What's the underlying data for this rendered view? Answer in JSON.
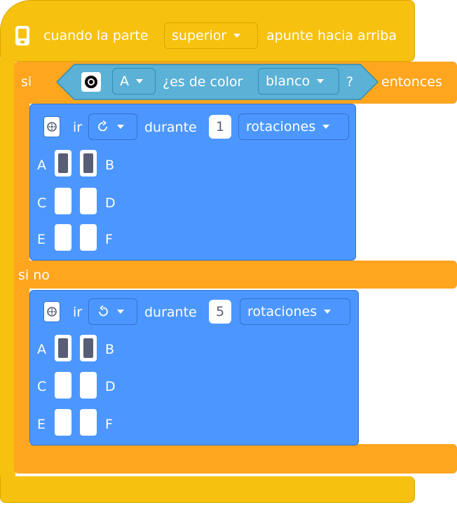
{
  "hat": {
    "label_when": "cuando la parte",
    "part_dropdown": "superior",
    "label_end": "apunte hacia arriba"
  },
  "if_block": {
    "label_if": "si",
    "condition": {
      "port": "A",
      "label": "¿es de color",
      "color": "blanco",
      "question": "?"
    },
    "label_then": "entonces",
    "label_else": "si no"
  },
  "motor_blocks": [
    {
      "label_go": "ir",
      "direction_icon": "clockwise-arrow-icon",
      "label_during": "durante",
      "amount": "1",
      "unit": "rotaciones",
      "ports": [
        {
          "left": "A",
          "right": "B",
          "left_active": true,
          "right_active": true
        },
        {
          "left": "C",
          "right": "D",
          "left_active": false,
          "right_active": false
        },
        {
          "left": "E",
          "right": "F",
          "left_active": false,
          "right_active": false
        }
      ]
    },
    {
      "label_go": "ir",
      "direction_icon": "counterclockwise-arrow-icon",
      "label_during": "durante",
      "amount": "5",
      "unit": "rotaciones",
      "ports": [
        {
          "left": "A",
          "right": "B",
          "left_active": true,
          "right_active": true
        },
        {
          "left": "C",
          "right": "D",
          "left_active": false,
          "right_active": false
        },
        {
          "left": "E",
          "right": "F",
          "left_active": false,
          "right_active": false
        }
      ]
    }
  ],
  "colors": {
    "events": "#f7c10f",
    "control": "#ffa51e",
    "motion": "#4c97ff",
    "sensing": "#5cb1d6"
  }
}
